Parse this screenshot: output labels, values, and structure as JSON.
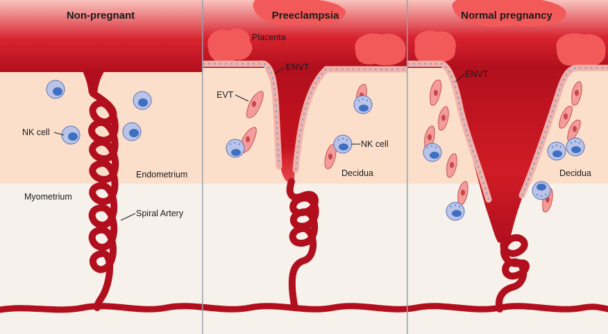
{
  "panels": [
    {
      "title": "Non-pregnant"
    },
    {
      "title": "Preeclampsia"
    },
    {
      "title": "Normal pregnancy"
    }
  ],
  "labels": {
    "nk_cell": "NK cell",
    "endometrium": "Endometrium",
    "myometrium": "Myometrium",
    "spiral_artery": "Spiral Artery",
    "placenta": "Placenta",
    "envt": "ENVT",
    "evt": "EVT",
    "nk_cell_2": "NK cell",
    "decidua": "Decidua",
    "envt_2": "ENVT",
    "decidua_2": "Decidua"
  },
  "colors": {
    "top_band": "#c8102e",
    "decidua_tissue": "#fbdfca",
    "myometrium_tissue": "#f6f1ea",
    "artery": "#b10f1d",
    "placenta": "#f25a5a",
    "envt_cell": "#f7c9c2",
    "nk_cell": "#b9c4e8",
    "nucleus": "#3e6fc1",
    "panel_border": "#9aa0a6"
  },
  "icons": [
    "nk-cell-icon",
    "evt-cell-icon",
    "placenta-icon",
    "spiral-artery-icon"
  ]
}
